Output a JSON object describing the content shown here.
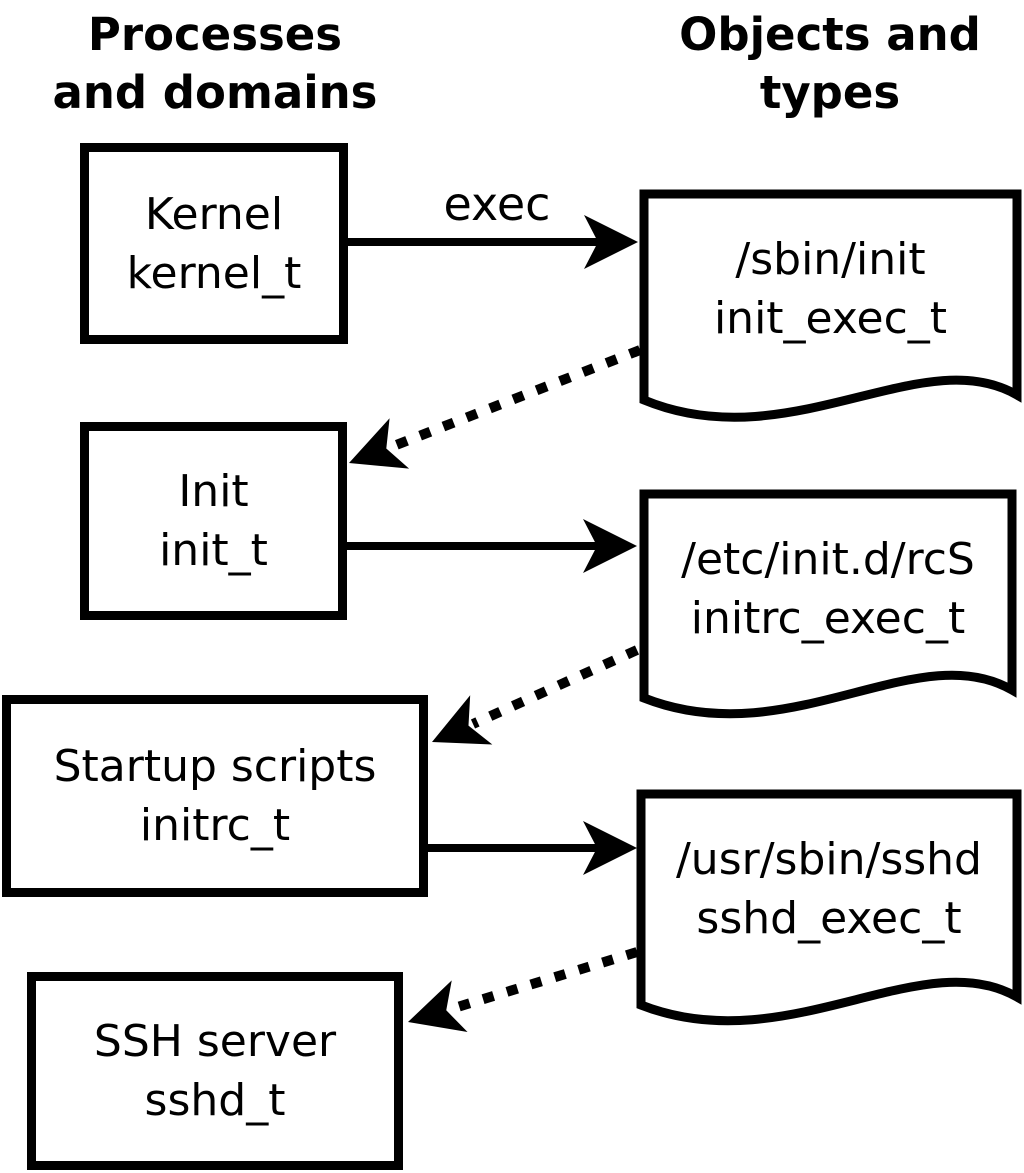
{
  "diagram": {
    "left_header": "Processes\nand domains",
    "right_header": "Objects and\ntypes",
    "arrow_label": "exec",
    "processes": [
      {
        "name": "Kernel",
        "type": "kernel_t"
      },
      {
        "name": "Init",
        "type": "init_t"
      },
      {
        "name": "Startup scripts",
        "type": "initrc_t"
      },
      {
        "name": "SSH server",
        "type": "sshd_t"
      }
    ],
    "objects": [
      {
        "path": "/sbin/init",
        "type": "init_exec_t"
      },
      {
        "path": "/etc/init.d/rcS",
        "type": "initrc_exec_t"
      },
      {
        "path": "/usr/sbin/sshd",
        "type": "sshd_exec_t"
      }
    ],
    "colors": {
      "ink": "#000000",
      "background": "#ffffff"
    }
  }
}
